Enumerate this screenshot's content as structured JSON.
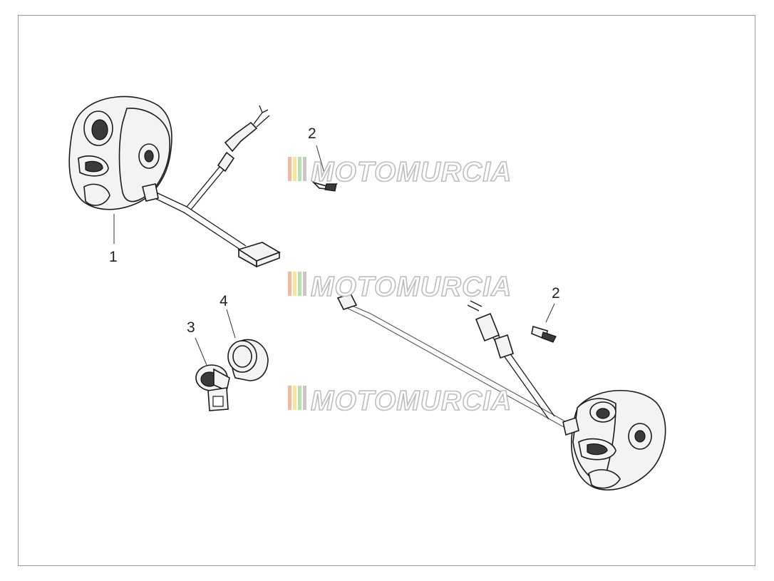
{
  "diagram": {
    "callouts": [
      {
        "id": "c1",
        "label": "1"
      },
      {
        "id": "c2a",
        "label": "2"
      },
      {
        "id": "c2b",
        "label": "2"
      },
      {
        "id": "c3",
        "label": "3"
      },
      {
        "id": "c4",
        "label": "4"
      }
    ]
  },
  "watermark": {
    "text": "MOTOMURCIA",
    "stripe_colors": [
      "#f2b8a0",
      "#f7e59a",
      "#b9dfb0",
      "#c7c7c7"
    ]
  },
  "colors": {
    "line": "#1a1a1a",
    "frame": "#9a9a9a",
    "watermark_outline": "#bdbdbd"
  }
}
